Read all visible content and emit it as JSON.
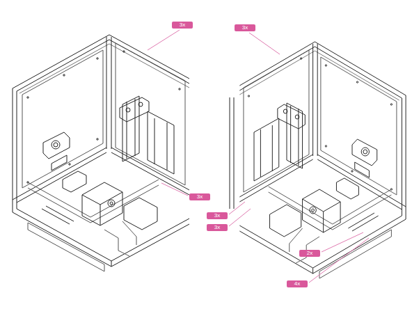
{
  "diagram": {
    "labels": [
      "3x",
      "3x",
      "3x",
      "3x",
      "3x",
      "2x",
      "4x"
    ]
  }
}
